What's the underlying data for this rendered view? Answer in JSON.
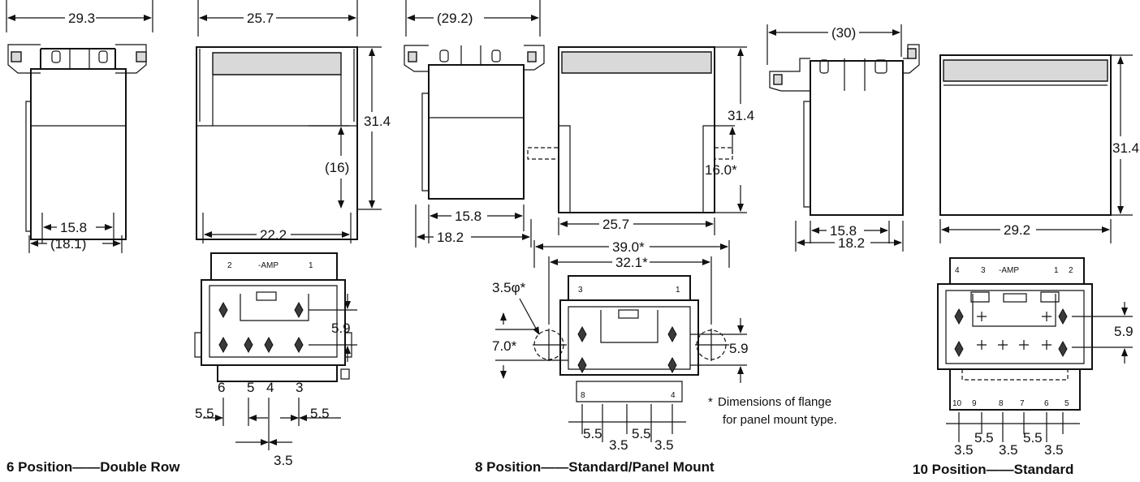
{
  "dims": {
    "d1": "29.3",
    "d2": "25.7",
    "d3": "(29.2)",
    "d4": "(30)",
    "d5": "31.4",
    "d6": "(16)",
    "d7": "31.4",
    "d8": "16.0*",
    "d9": "31.4",
    "d10": "15.8",
    "d11": "(18.1)",
    "d12": "22.2",
    "d13": "15.8",
    "d14": "18.2",
    "d15": "25.7",
    "d16": "15.8",
    "d17": "18.2",
    "d18": "29.2",
    "d19": "39.0*",
    "d20": "32.1*",
    "d21": "3.5φ*",
    "d22": "7.0*",
    "d23": "5.9",
    "d24": "5.9",
    "d25": "5.9",
    "d26": "5.5",
    "d27": "5.5",
    "d28": "3.5",
    "d29": "5.5",
    "d30": "5.5",
    "d31": "3.5",
    "d32": "3.5",
    "d33": "3.5",
    "d34": "5.5",
    "d35": "3.5",
    "d36": "5.5",
    "d37": "3.5"
  },
  "pins": {
    "p6": [
      "6",
      "5",
      "4",
      "3"
    ],
    "p8": [
      "8",
      "4"
    ],
    "p10": [
      "10",
      "9",
      "8",
      "7",
      "6",
      "5"
    ],
    "top6": [
      "2",
      "-AMP",
      "1"
    ],
    "top8": [
      "3",
      "1"
    ],
    "top10": [
      "4",
      "3",
      "-AMP",
      "1",
      "2"
    ]
  },
  "note": {
    "line1": "Dimensions of flange",
    "line2": "for panel mount type."
  },
  "captions": {
    "c6": "6 Position——Double Row",
    "c8": "8 Position——Standard/Panel Mount",
    "c10": "10 Position——Standard"
  }
}
